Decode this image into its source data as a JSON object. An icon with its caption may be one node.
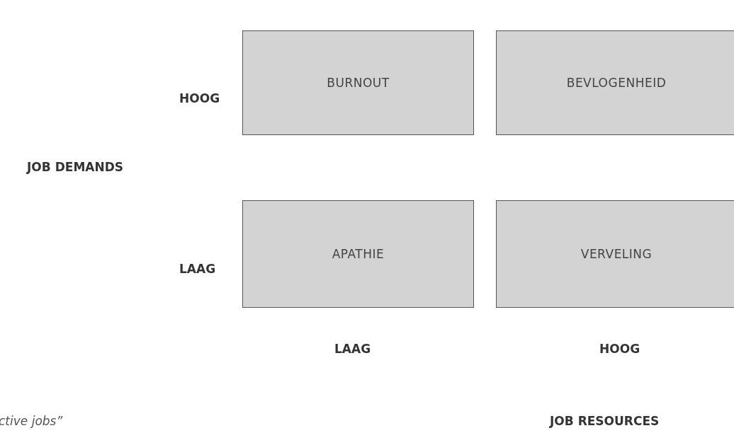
{
  "diagram": {
    "nodes": [
      {
        "text": [
          "BURNOUT"
        ]
      },
      {
        "text": [
          "BEVLOGENHEID"
        ]
      },
      {
        "text": [
          "APATHIE"
        ]
      },
      {
        "text": [
          "VERVELING"
        ]
      }
    ],
    "labels": [
      "HOOG",
      "JOB DEMANDS",
      "LAAG",
      "LAAG",
      "HOOG",
      "ctive jobs”",
      "JOB RESOURCES"
    ]
  }
}
